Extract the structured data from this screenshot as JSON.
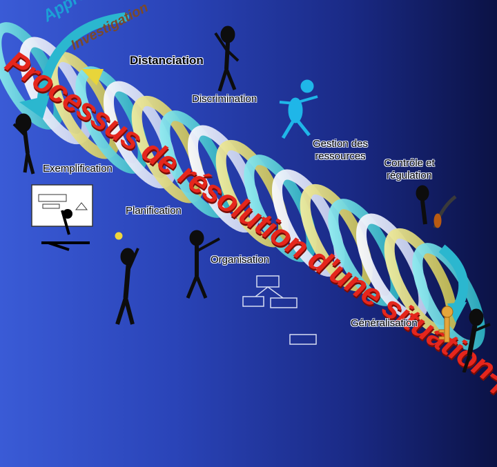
{
  "colors": {
    "ribbon_cyan": "#4dd6e0",
    "ribbon_white": "#eef2ff",
    "ribbon_yellow": "#e8e27a",
    "title_red": "#e5261c",
    "title_blue": "#1c9fd6"
  },
  "top_arcs": {
    "appropriation": "Appropriation",
    "investigation": "Investigation"
  },
  "title": {
    "line1": "Processus de résolution d'une situation-problème"
  },
  "labels": {
    "distanciation": "Distanciation",
    "discrimination": "Discrimination",
    "gestion_line1": "Gestion des",
    "gestion_line2": "ressources",
    "controle_line1": "Contrôle et",
    "controle_line2": "régulation",
    "exemplification": "Exemplification",
    "planification": "Planification",
    "organisation": "Organisation",
    "generalisation": "Généralisation"
  },
  "icons": [
    "figure-thinking-icon",
    "figure-pointing-icon",
    "figure-dancing-icon",
    "figure-scratching-head-icon",
    "flowchart-board-icon",
    "figure-lightbulb-icon",
    "figure-with-tool-icon",
    "key-icon",
    "figure-on-scaffold-icon"
  ]
}
